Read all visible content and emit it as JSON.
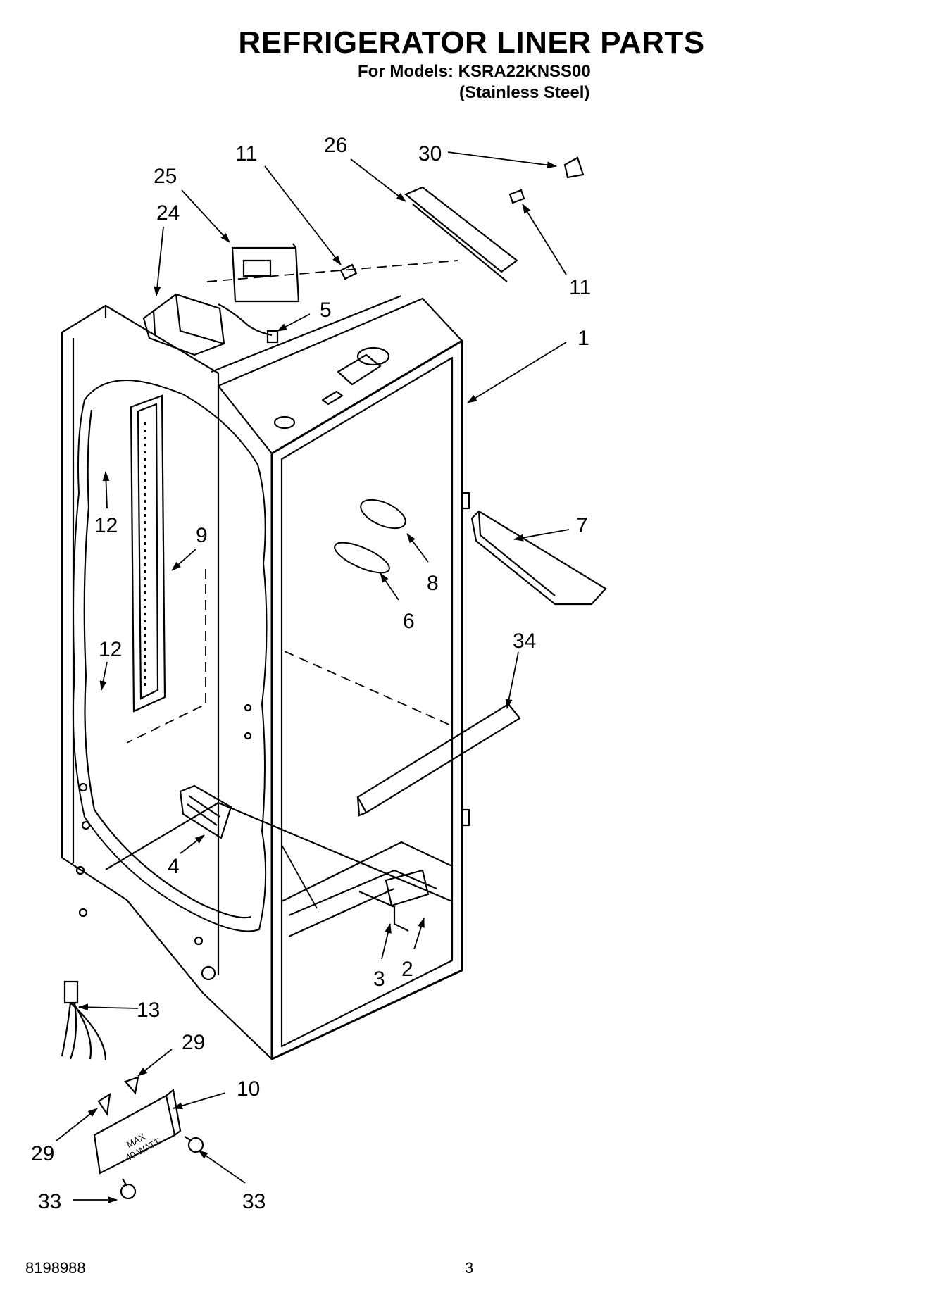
{
  "header": {
    "title": "REFRIGERATOR LINER PARTS",
    "models_line": "For Models: KSRA22KNSS00",
    "variant_line": "(Stainless Steel)"
  },
  "footer": {
    "document_number": "8198988",
    "page_number": "3"
  },
  "callouts": {
    "c11a": "11",
    "c26": "26",
    "c30": "30",
    "c25": "25",
    "c24": "24",
    "c11b": "11",
    "c5": "5",
    "c1": "1",
    "c12a": "12",
    "c9": "9",
    "c7": "7",
    "c8": "8",
    "c6": "6",
    "c34": "34",
    "c12b": "12",
    "c4": "4",
    "c3": "3",
    "c2": "2",
    "c13": "13",
    "c29a": "29",
    "c10": "10",
    "c29b": "29",
    "c33a": "33",
    "c33b": "33"
  },
  "stamps": {
    "lamp_rating_1": "MAX",
    "lamp_rating_2": "40 WATT"
  }
}
